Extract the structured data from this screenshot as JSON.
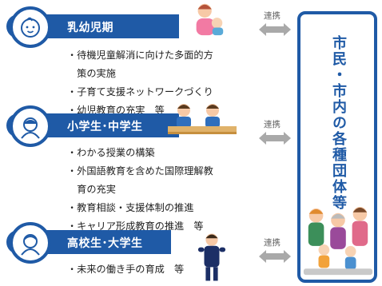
{
  "stages": [
    {
      "title": "乳幼児期",
      "icon": "baby-face-icon",
      "items": [
        "・待機児童解消に向けた多面的方",
        "　策の実施",
        "・子育て支援ネットワークづくり",
        "・幼児教育の充実　等"
      ]
    },
    {
      "title": "小学生･中学生",
      "icon": "child-face-icon",
      "items": [
        "・わかる授業の構築",
        "・外国語教育を含めた国際理解教",
        "　育の充実",
        "・教育相談・支援体制の推進",
        "・キャリア形成教育の推進　等"
      ]
    },
    {
      "title": "高校生･大学生",
      "icon": "student-face-icon",
      "items": [
        "・未来の働き手の育成　等"
      ]
    }
  ],
  "link_label": "連携",
  "right_title": "市民・市内の各種団体等",
  "colors": {
    "primary": "#1f5aa6",
    "arrow": "#a9a9a9"
  }
}
